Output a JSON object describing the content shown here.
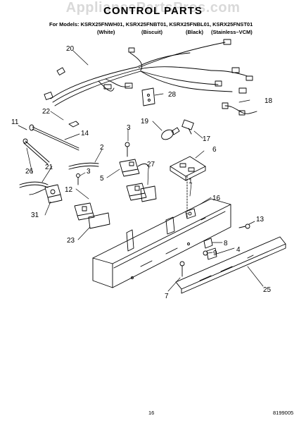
{
  "watermark": "AppliancePartsPros.com",
  "title": "CONTROL PARTS",
  "models_line": "For Models: KSRX25FNWH01, KSRX25FNBT01, KSRX25FNBL01, KSRX25FNST01",
  "colors": [
    "(White)",
    "(Biscuit)",
    "(Black)",
    "(Stainless–VCM)"
  ],
  "callouts": {
    "c1": "1",
    "c2": "2",
    "c3a": "3",
    "c3b": "3",
    "c4": "4",
    "c5": "5",
    "c6": "6",
    "c7": "7",
    "c8": "8",
    "c9": "9",
    "c11": "11",
    "c12": "12",
    "c13": "13",
    "c14": "14",
    "c16": "16",
    "c17": "17",
    "c18": "18",
    "c19": "19",
    "c20": "20",
    "c21": "21",
    "c22": "22",
    "c23": "23",
    "c25": "25",
    "c26": "26",
    "c27": "27",
    "c28": "28",
    "c31": "31"
  },
  "footer": {
    "page": "16",
    "code": "8199005"
  }
}
